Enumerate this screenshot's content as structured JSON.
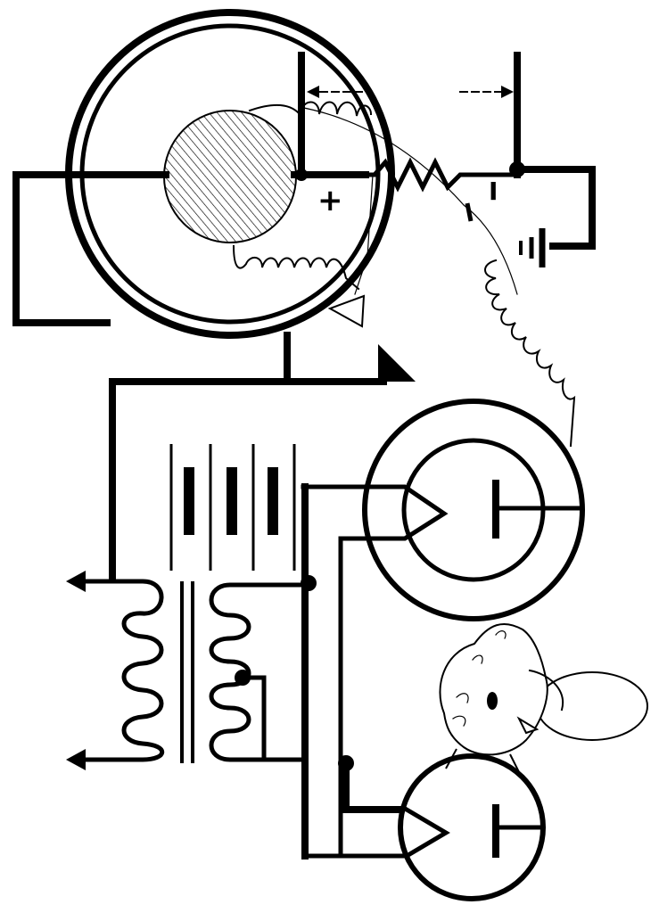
{
  "diagram": {
    "labels": {
      "plus": "+",
      "minus": "I"
    },
    "colors": {
      "ink": "#000000",
      "paper": "#ffffff"
    },
    "icons": [
      "motor-armature",
      "rheostat",
      "battery",
      "vacuum-tube",
      "transformer",
      "capacitor-stack",
      "bird",
      "ground-plate"
    ]
  }
}
